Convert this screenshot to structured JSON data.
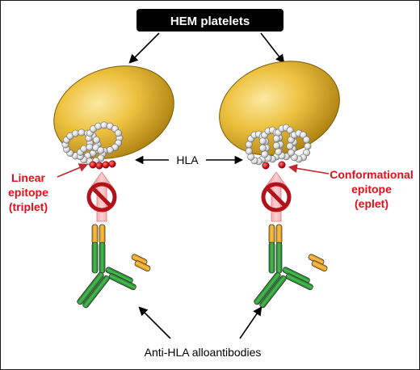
{
  "title": "HEM platelets",
  "center_label": "HLA",
  "left_label": {
    "line1": "Linear",
    "line2": "epitope",
    "line3": "(triplet)"
  },
  "right_label": {
    "line1": "Conformational",
    "line2": "epitope",
    "line3": "(eplet)"
  },
  "bottom_label": "Anti-HLA alloantibodies",
  "icons": [
    "platelet-icon",
    "hla-molecule-icon",
    "prohibition-icon",
    "antibody-icon",
    "arrow-icon"
  ],
  "colors": {
    "title_bg": "#000000",
    "title_text": "#ffffff",
    "platelet": "#e3b52f",
    "epitope_red": "#d71920",
    "label_red": "#e0101a",
    "antibody_green": "#2e9a3c",
    "antibody_orange": "#f0a820",
    "blocked_arrow": "#f4a6a8",
    "hla_bead": "#e9e9e9"
  }
}
